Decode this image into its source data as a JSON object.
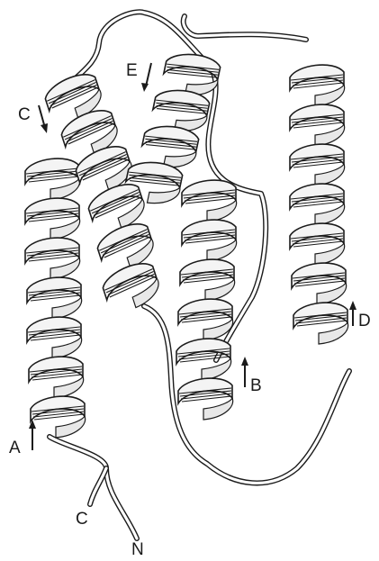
{
  "labels": {
    "helix_a": "A",
    "helix_b": "B",
    "helix_c": "C",
    "helix_d": "D",
    "helix_e": "E",
    "c_terminus": "C",
    "n_terminus": "N"
  },
  "colors": {
    "ink": "#1b1b1b",
    "ribbon_face": "#f4f4f4",
    "background": "#ffffff"
  }
}
